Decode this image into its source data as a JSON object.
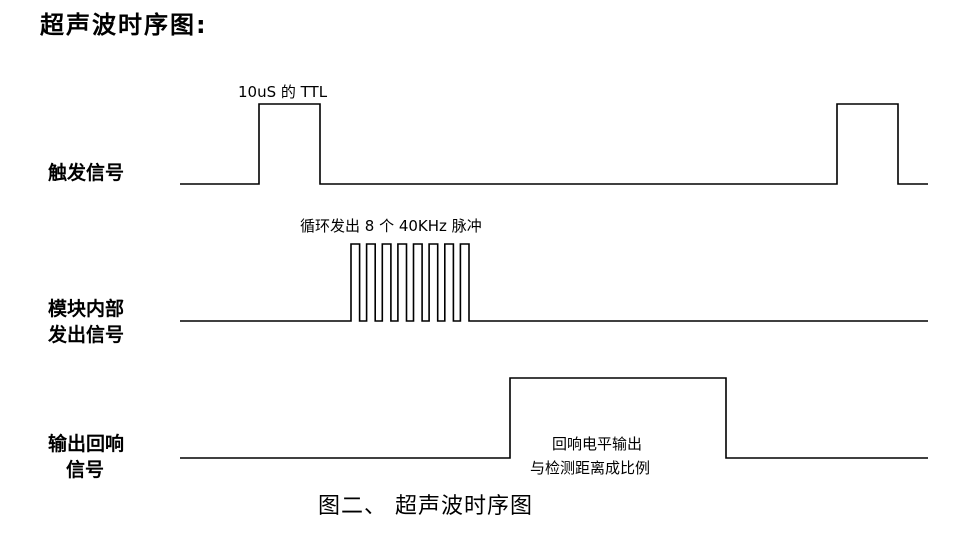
{
  "page_title": "超声波时序图:",
  "rows": {
    "trigger": {
      "label": "触发信号",
      "annotation": "10uS 的 TTL"
    },
    "module": {
      "label_line1": "模块内部",
      "label_line2": "发出信号",
      "annotation": "循环发出 8 个 40KHz 脉冲",
      "pulse_count": 8
    },
    "echo": {
      "label_line1": "输出回响",
      "label_line2": "信号",
      "annotation_line1": "回响电平输出",
      "annotation_line2": "与检测距离成比例"
    }
  },
  "caption": "图二、 超声波时序图"
}
